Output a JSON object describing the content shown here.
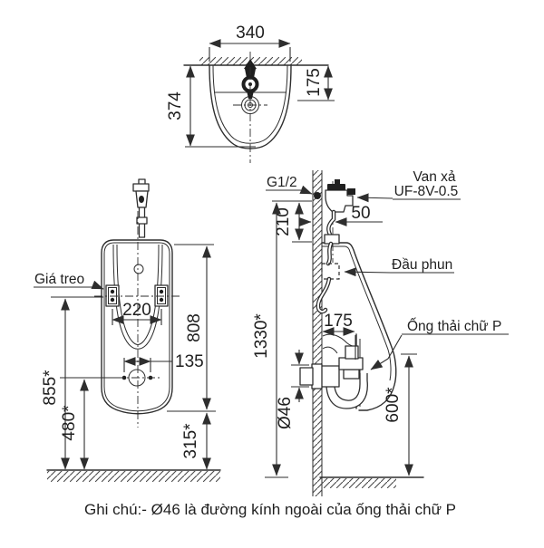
{
  "colors": {
    "background": "#ffffff",
    "line": "#2e2e2e",
    "text": "#1f1f1f"
  },
  "note": {
    "text": "Ghi chú:- Ø46 là đường kính ngoài của ống thải chữ P"
  },
  "top_view": {
    "dim_width": "340",
    "dim_depth": "374",
    "dim_spud_setback": "175"
  },
  "front_view": {
    "label_bracket": "Giá treo",
    "dim_bracket_spacing": "220",
    "dim_body_height": "808",
    "dim_hole_spacing": "135",
    "dim_bracket_height": "855*",
    "dim_drain_height": "480*",
    "dim_bottom_clearance": "315*"
  },
  "side_view": {
    "label_inlet_thread": "G1/2",
    "label_flush_valve_line1": "Van xả",
    "label_flush_valve_line2": "UF-8V-0.5",
    "label_spreader": "Đầu phun",
    "label_p_trap": "Ống thải chữ P",
    "dim_inlet_to_rim": "210",
    "dim_valve_offset": "50",
    "dim_inlet_height": "1330*",
    "dim_outlet_setback": "175",
    "dim_pipe_outer_diameter": "Ø46",
    "dim_outlet_height": "600*"
  }
}
